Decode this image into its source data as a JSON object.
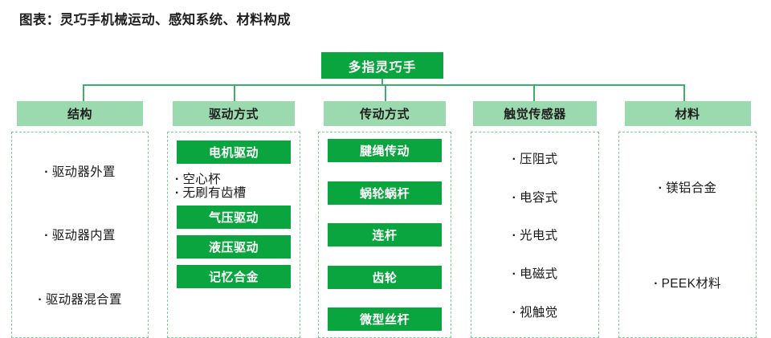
{
  "title": "图表：灵巧手机械运动、感知系统、材料构成",
  "colors": {
    "solid_green": "#0AA53E",
    "light_green": "#9BD9AE",
    "dashed_border": "#7FC99B",
    "connector": "#3FAE68",
    "text": "#1a1a1a",
    "background": "#ffffff"
  },
  "root": {
    "label": "多指灵巧手"
  },
  "columns": [
    {
      "header": "结构",
      "items": [
        {
          "type": "bullet",
          "label": "驱动器外置"
        },
        {
          "type": "bullet",
          "label": "驱动器内置"
        },
        {
          "type": "bullet",
          "label": "驱动器混合置"
        }
      ]
    },
    {
      "header": "驱动方式",
      "items": [
        {
          "type": "chip",
          "label": "电机驱动"
        },
        {
          "type": "bullet",
          "label": "空心杯"
        },
        {
          "type": "bullet",
          "label": "无刷有齿槽"
        },
        {
          "type": "chip",
          "label": "气压驱动"
        },
        {
          "type": "chip",
          "label": "液压驱动"
        },
        {
          "type": "chip",
          "label": "记忆合金"
        }
      ]
    },
    {
      "header": "传动方式",
      "items": [
        {
          "type": "chip",
          "label": "腱绳传动"
        },
        {
          "type": "chip",
          "label": "蜗轮蜗杆"
        },
        {
          "type": "chip",
          "label": "连杆"
        },
        {
          "type": "chip",
          "label": "齿轮"
        },
        {
          "type": "chip",
          "label": "微型丝杆"
        }
      ]
    },
    {
      "header": "触觉传感器",
      "items": [
        {
          "type": "bullet",
          "label": "压阻式"
        },
        {
          "type": "bullet",
          "label": "电容式"
        },
        {
          "type": "bullet",
          "label": "光电式"
        },
        {
          "type": "bullet",
          "label": "电磁式"
        },
        {
          "type": "bullet",
          "label": "视触觉"
        }
      ]
    },
    {
      "header": "材料",
      "items": [
        {
          "type": "bullet",
          "label": "镁铝合金"
        },
        {
          "type": "bullet",
          "label": "PEEK材料"
        }
      ]
    }
  ]
}
